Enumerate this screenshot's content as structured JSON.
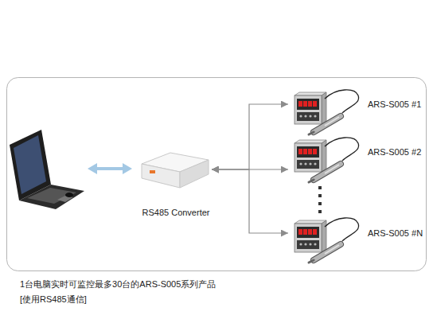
{
  "diagram": {
    "caption": "1台电脑实时可监控最多30台的ARS-S005系列产品",
    "nodes": [
      {
        "text": [
          "RS485 Converter"
        ]
      },
      {
        "text": [
          "ARS-S005 #1"
        ]
      },
      {
        "text": [
          "ARS-S005 #2"
        ]
      },
      {
        "text": [
          "ARS-S005 #N"
        ]
      }
    ],
    "edges": [
      {
        "from": 0,
        "to": 1,
        "arrow": "both"
      },
      {
        "from": 0,
        "to": 2,
        "arrow": "both"
      },
      {
        "from": 0,
        "to": 3,
        "arrow": "both"
      }
    ],
    "labels": [
      "[使用RS485通信]"
    ]
  }
}
